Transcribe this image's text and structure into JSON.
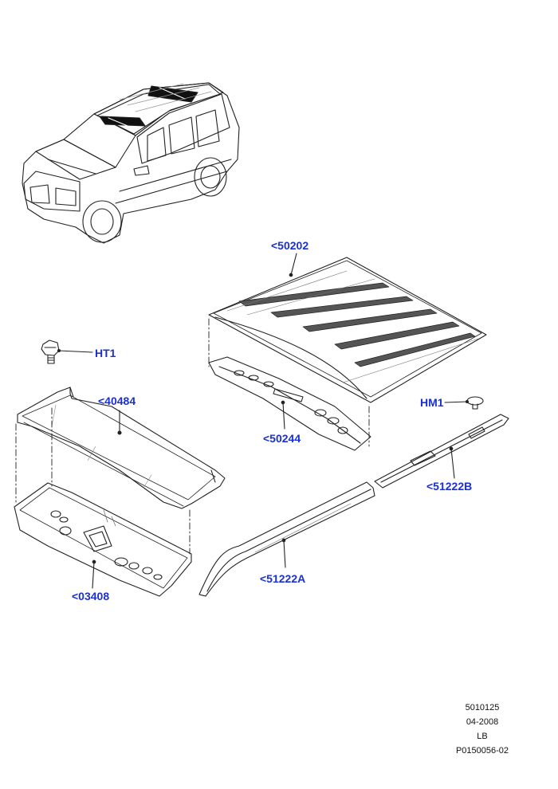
{
  "callouts": {
    "roof_panel": "<50202",
    "ht1": "HT1",
    "rear_header": "<40484",
    "front_header": "<50244",
    "hm1": "HM1",
    "rail_b": "<51222B",
    "rail_a": "<51222A",
    "rear_header_reinf": "<03408"
  },
  "footer": {
    "line1": "5010125",
    "line2": "04-2008",
    "line3": "LB",
    "line4": "P0150056-02"
  },
  "colors": {
    "callout": "#1a2fd6",
    "line": "#222222"
  },
  "icons": [
    "vehicle-illustration",
    "bolt-icon",
    "clip-icon"
  ]
}
